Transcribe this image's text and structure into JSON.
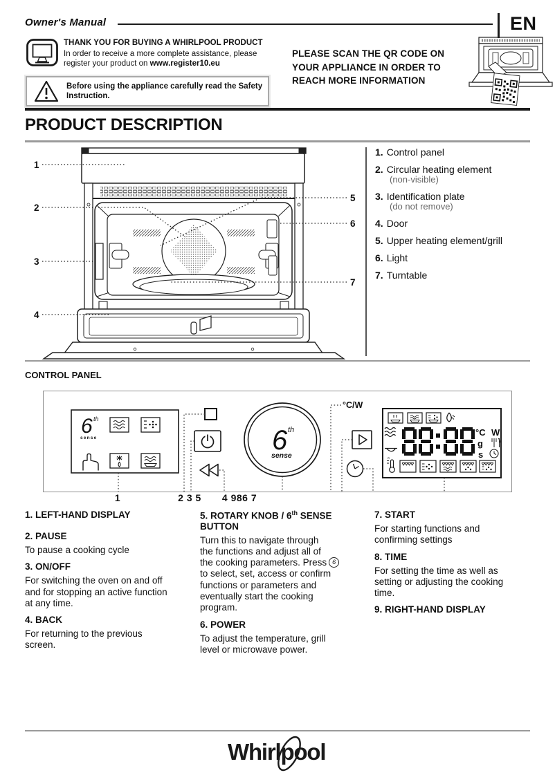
{
  "header": {
    "doc_title": "Owner's Manual",
    "language": "EN",
    "thanks_title": "THANK YOU FOR BUYING A WHIRLPOOL PRODUCT",
    "thanks_body": "In order to receive a more complete assistance, please\nregister your product on ",
    "register_url": "www.register10.eu",
    "safety_text": "Before using the appliance carefully read the Safety\nInstruction.",
    "qr_message": "PLEASE SCAN THE QR CODE ON\nYOUR APPLIANCE IN ORDER TO\nREACH MORE INFORMATION"
  },
  "product_description": {
    "title": "PRODUCT DESCRIPTION",
    "callouts": [
      "1",
      "2",
      "3",
      "4",
      "5",
      "6",
      "7"
    ],
    "items": [
      {
        "num": "1.",
        "label": "Control panel",
        "note": ""
      },
      {
        "num": "2.",
        "label": "Circular heating element",
        "note": "(non-visible)"
      },
      {
        "num": "3.",
        "label": "Identification plate",
        "note": "(do not remove)"
      },
      {
        "num": "4.",
        "label": "Door",
        "note": ""
      },
      {
        "num": "5.",
        "label": "Upper heating element/grill",
        "note": ""
      },
      {
        "num": "6.",
        "label": "Light",
        "note": ""
      },
      {
        "num": "7.",
        "label": "Turntable",
        "note": ""
      }
    ]
  },
  "control_panel": {
    "heading": "CONTROL PANEL",
    "power_unit_label": "°C/W",
    "display_value": "88:88",
    "units": {
      "c": "°C",
      "w": "W",
      "g": "g",
      "s": "s"
    },
    "knob": {
      "digit": "6",
      "sup": "th",
      "word": "sense"
    },
    "left_logo": {
      "digit": "6",
      "sup": "th",
      "word": "sense"
    },
    "callout_groups": {
      "g1": "1",
      "g2": "2 3 5",
      "g3": "4 986 7"
    },
    "legend": {
      "item1": {
        "title": "1. LEFT-HAND DISPLAY",
        "body": ""
      },
      "item2": {
        "title": "2. PAUSE",
        "body": "To pause a cooking cycle"
      },
      "item3": {
        "title": "3. ON/OFF",
        "body": "For switching the oven on and off\nand for stopping an active function\nat any time."
      },
      "item4": {
        "title": "4. BACK",
        "body": "For returning to the previous\nscreen."
      },
      "item5": {
        "title_pre": "5. ROTARY KNOB / 6",
        "title_sup": "th",
        "title_post": " SENSE BUTTON",
        "body_pre": "Turn this to navigate through\nthe functions and adjust all of\nthe cooking parameters. Press",
        "symbol": "6",
        "body_post": "to select, set, access or confirm\nfunctions or parameters and\neventually start the cooking\nprogram."
      },
      "item6": {
        "title": "6. POWER",
        "body": "To adjust the temperature, grill\nlevel or microwave power."
      },
      "item7": {
        "title": "7. START",
        "body": "For starting functions and\nconfirming settings"
      },
      "item8": {
        "title": "8. TIME",
        "body": "For setting the time as well as\nsetting or adjusting the cooking\ntime."
      },
      "item9": {
        "title": "9. RIGHT-HAND DISPLAY",
        "body": ""
      }
    }
  },
  "footer": {
    "logo_text": "Whirlpool"
  }
}
